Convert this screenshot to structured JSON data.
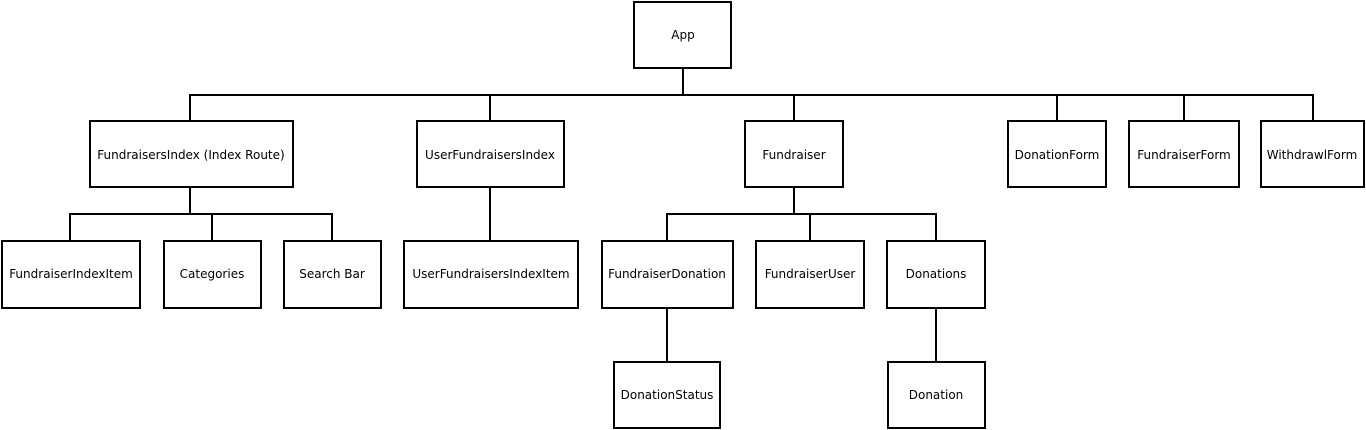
{
  "diagram": {
    "nodes": {
      "app": "App",
      "fundraisers_index": "FundraisersIndex (Index Route)",
      "user_fundraisers_index": "UserFundraisersIndex",
      "fundraiser": "Fundraiser",
      "donation_form": "DonationForm",
      "fundraiser_form": "FundraiserForm",
      "withdrawl_form": "WithdrawlForm",
      "fundraiser_index_item": "FundraiserIndexItem",
      "categories": "Categories",
      "search_bar": "Search Bar",
      "user_fundraisers_index_item": "UserFundraisersIndexItem",
      "fundraiser_donation": "FundraiserDonation",
      "fundraiser_user": "FundraiserUser",
      "donations": "Donations",
      "donation_status": "DonationStatus",
      "donation": "Donation"
    }
  }
}
